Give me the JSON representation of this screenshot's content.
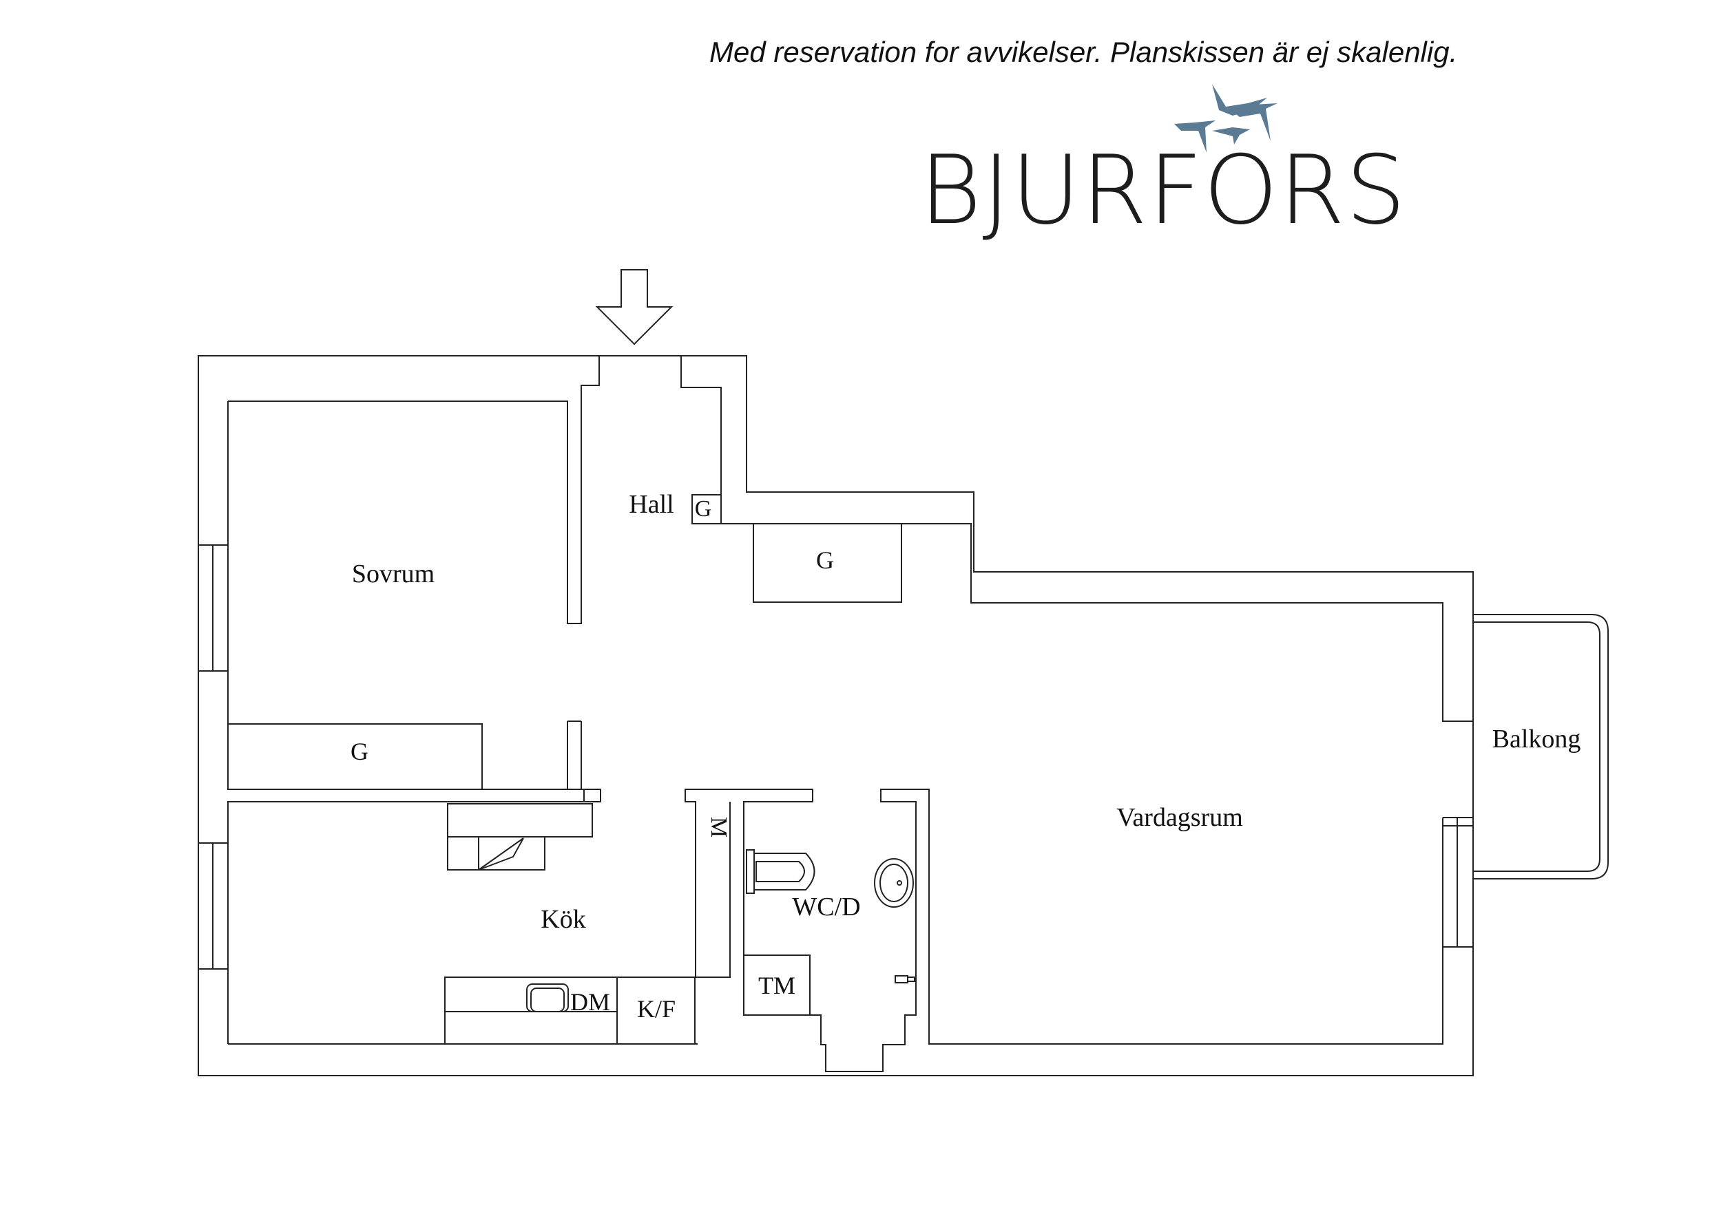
{
  "disclaimer": "Med reservation for avvikelser. Planskissen är ej skalenlig.",
  "brand": {
    "name": "BJURFORS",
    "logo_color": "#5b7a93",
    "icon": "birds-icon"
  },
  "rooms": {
    "hall": "Hall",
    "sovrum": "Sovrum",
    "kok": "Kök",
    "vardagsrum": "Vardagsrum",
    "balkong": "Balkong",
    "wc": "WC/D"
  },
  "fixtures": {
    "g_hall": "G",
    "g_storage": "G",
    "g_bedroom": "G",
    "m": "M",
    "tm": "TM",
    "dm": "DM",
    "kf": "K/F"
  }
}
